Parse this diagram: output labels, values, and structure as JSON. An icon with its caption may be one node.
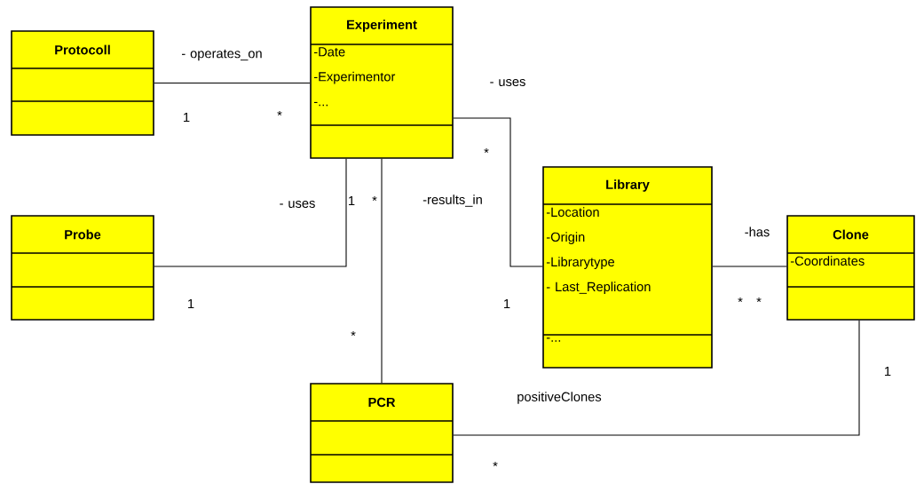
{
  "diagram": {
    "nodes": [
      {
        "text": [
          "Experiment",
          "-Date",
          "-Experimentor",
          "-..."
        ]
      },
      {
        "text": [
          "Protocoll"
        ]
      },
      {
        "text": [
          "Library",
          "-Location",
          "-Origin",
          "-Librarytype",
          "- Last_Replication",
          "-..."
        ]
      },
      {
        "text": [
          "Probe"
        ]
      },
      {
        "text": [
          "Clone",
          "-Coordinates"
        ]
      },
      {
        "text": [
          "PCR"
        ]
      }
    ],
    "edges": [
      {
        "from": 1,
        "to": 0,
        "arrow": "none",
        "label": "- operates_on"
      },
      {
        "from": 0,
        "to": 2,
        "arrow": "none",
        "label": "- uses"
      },
      {
        "from": 0,
        "to": 3,
        "arrow": "none",
        "label": "- uses"
      },
      {
        "from": 0,
        "to": 5,
        "arrow": "none",
        "label": "-results_in"
      },
      {
        "from": 2,
        "to": 4,
        "arrow": "none",
        "label": "-has"
      },
      {
        "from": 5,
        "to": 4,
        "arrow": "none",
        "label": "positiveClones"
      }
    ],
    "labels": [
      "1",
      "*",
      "*",
      "1",
      "*",
      "1",
      "1",
      "*",
      "*",
      "*",
      "1",
      "*"
    ]
  }
}
